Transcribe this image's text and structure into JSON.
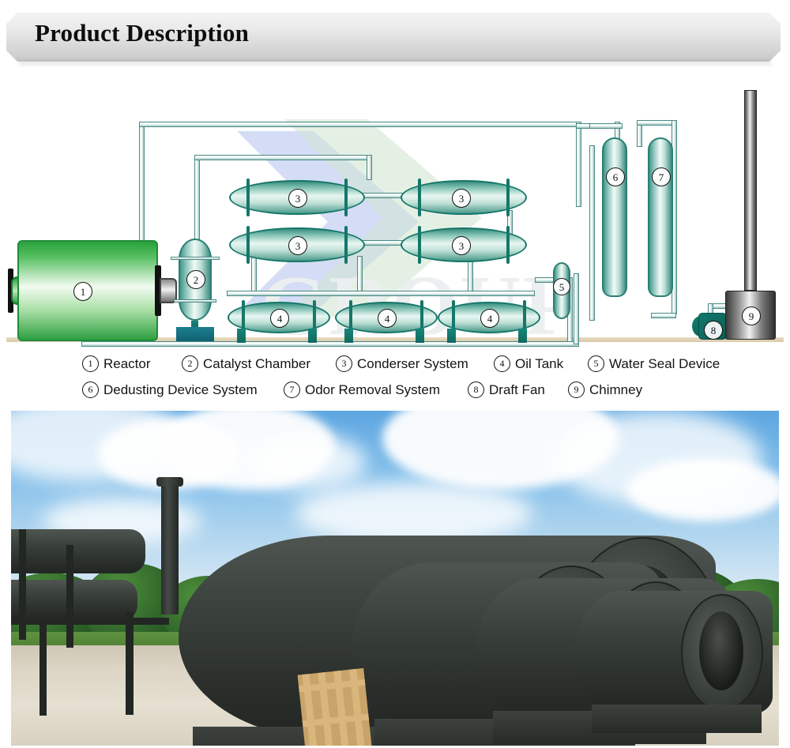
{
  "header": {
    "title": "Product Description"
  },
  "diagram": {
    "watermark_text": "GROUP",
    "equipment": [
      {
        "num": "1",
        "name": "reactor"
      },
      {
        "num": "2",
        "name": "catalyst-chamber"
      },
      {
        "num": "3",
        "name": "condenser-a"
      },
      {
        "num": "3",
        "name": "condenser-b"
      },
      {
        "num": "3",
        "name": "condenser-c"
      },
      {
        "num": "3",
        "name": "condenser-d"
      },
      {
        "num": "4",
        "name": "oil-tank-a"
      },
      {
        "num": "4",
        "name": "oil-tank-b"
      },
      {
        "num": "4",
        "name": "oil-tank-c"
      },
      {
        "num": "5",
        "name": "water-seal-device"
      },
      {
        "num": "6",
        "name": "dedusting-device-system"
      },
      {
        "num": "7",
        "name": "odor-removal-system"
      },
      {
        "num": "8",
        "name": "draft-fan"
      },
      {
        "num": "9",
        "name": "chimney"
      }
    ]
  },
  "legend": {
    "row1": [
      {
        "num": "1",
        "label": "Reactor"
      },
      {
        "num": "2",
        "label": "Catalyst Chamber"
      },
      {
        "num": "3",
        "label": "Conderser System"
      },
      {
        "num": "4",
        "label": "Oil Tank"
      },
      {
        "num": "5",
        "label": "Water Seal Device"
      }
    ],
    "row2": [
      {
        "num": "6",
        "label": "Dedusting Device System"
      },
      {
        "num": "7",
        "label": "Odor Removal System"
      },
      {
        "num": "8",
        "label": "Draft Fan"
      },
      {
        "num": "9",
        "label": "Chimney"
      }
    ]
  },
  "photo": {
    "caption": "",
    "subject": "row of black steel pyrolysis reactor vessels on concrete yard"
  },
  "colors": {
    "banner_light": "#f4f4f4",
    "banner_dark": "#c4c4c4",
    "reactor_green": "#2aa13d",
    "vessel_teal": "#16776a",
    "pipe_teal": "#4d8a86",
    "ground_tan": "#e0d0ae",
    "text_dark": "#141414"
  }
}
